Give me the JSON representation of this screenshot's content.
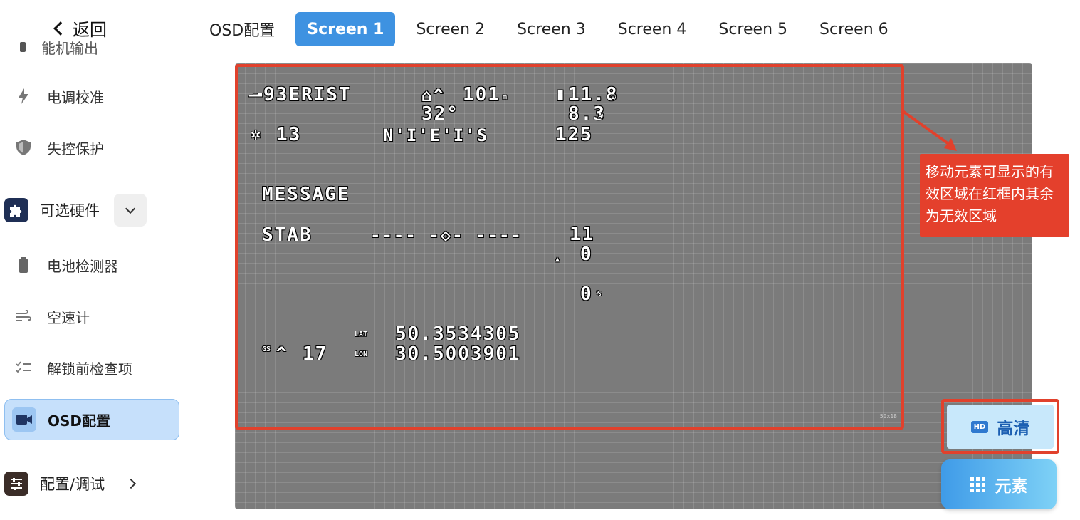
{
  "sidebar": {
    "back_label": "返回",
    "cut_item_label": "能机输出",
    "items": [
      {
        "label": "电调校准",
        "icon": "lightning-icon"
      },
      {
        "label": "失控保护",
        "icon": "shield-icon"
      },
      {
        "label": "电池检测器",
        "icon": "battery-icon"
      },
      {
        "label": "空速计",
        "icon": "wind-icon"
      },
      {
        "label": "解锁前检查项",
        "icon": "checklist-icon"
      },
      {
        "label": "OSD配置",
        "icon": "camera-icon",
        "active": true
      }
    ],
    "groups": [
      {
        "label": "可选硬件",
        "icon": "puzzle-icon",
        "expanded": true
      },
      {
        "label": "配置/调试",
        "icon": "sliders-icon",
        "expanded": false
      }
    ]
  },
  "tabs": [
    "OSD配置",
    "Screen 1",
    "Screen 2",
    "Screen 3",
    "Screen 4",
    "Screen 5",
    "Screen 6"
  ],
  "active_tab": "Screen 1",
  "osd": {
    "rssi": "93ERIST",
    "home_dist": "101",
    "home_unit": "m",
    "temp": "32°",
    "battery_voltage": "11.8",
    "voltage_unit": "v",
    "current": "8.3",
    "current_unit": "A",
    "mah": "125",
    "sats": "13",
    "heading_bar": "N'I'E'I'S",
    "message": "MESSAGE",
    "flight_mode": "STAB",
    "horizon": "---- -◇- ----",
    "altitude": "11",
    "climb": "0",
    "throttle": "0",
    "throttle_unit": "%",
    "gs_label": "GS",
    "ground_speed": "17",
    "lat_label": "LAT",
    "lon_label": "LON",
    "lat": "50.3534305",
    "lon": "30.5003901",
    "resolution": "50x18"
  },
  "annotation": "移动元素可显示的有效区域在红框内其余为无效区域",
  "buttons": {
    "hd_icon_text": "HD",
    "hd_label": "高清",
    "elements_label": "元素"
  },
  "colors": {
    "accent": "#3e92e1",
    "highlight_red": "#e1412c",
    "canvas_gray": "#7b7b7b",
    "active_nav_bg": "#c6e0fb"
  }
}
